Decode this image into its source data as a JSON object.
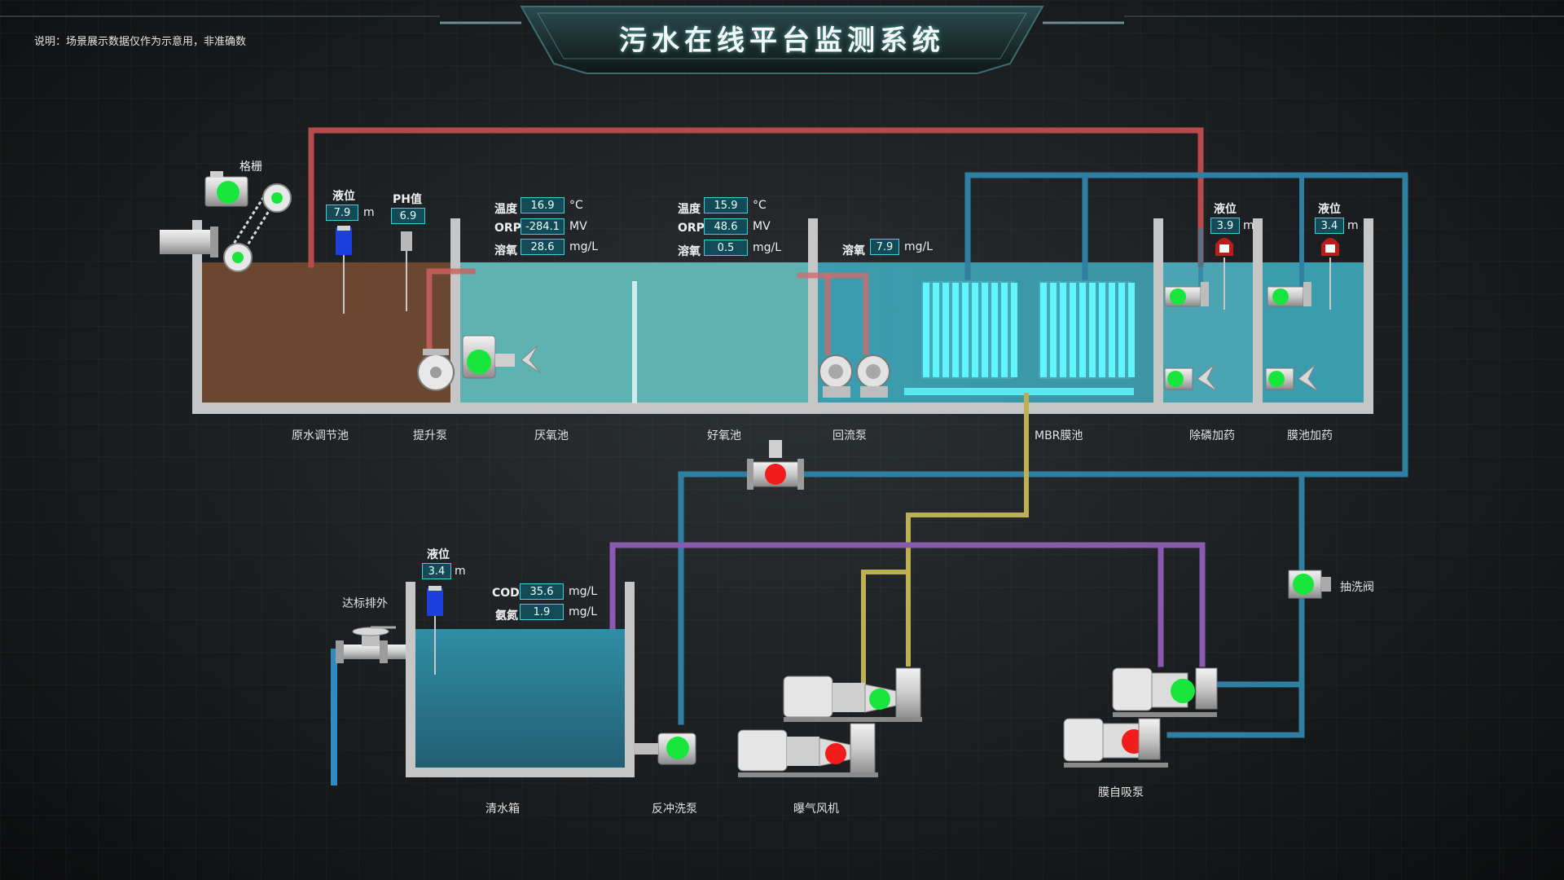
{
  "header": {
    "title": "污水在线平台监测系统",
    "note": "说明：场景展示数据仅作为示意用，非准确数"
  },
  "colors": {
    "red_pipe": "#b84a4c",
    "blue_pipe": "#2f7fa2",
    "yellow_pipe": "#bdb052",
    "purple_pipe": "#8a5ab0",
    "running": "#19e63c",
    "stopped": "#f21c1c"
  },
  "tanks": {
    "raw": "原水调节池",
    "lift_pump": "提升泵",
    "anoxic": "厌氧池",
    "aerobic": "好氧池",
    "return_pump": "回流泵",
    "mbr": "MBR膜池",
    "p_removal": "除磷加药",
    "membrane_dosing": "膜池加药",
    "clear_tank": "清水箱",
    "backwash_pump": "反冲洗泵",
    "blower": "曝气风机",
    "self_priming_pump": "膜自吸泵",
    "suction_valve": "抽洗阀",
    "discharge": "达标排外",
    "grille": "格栅"
  },
  "readings": {
    "raw_level": {
      "label": "液位",
      "value": "7.9",
      "unit": "m"
    },
    "ph": {
      "label": "PH值",
      "value": "6.9"
    },
    "anoxic": {
      "temp": {
        "label": "温度",
        "value": "16.9",
        "unit": "°C"
      },
      "orp": {
        "label": "ORP",
        "value": "-284.1",
        "unit": "MV"
      },
      "do": {
        "label": "溶氧",
        "value": "28.6",
        "unit": "mg/L"
      }
    },
    "aerobic": {
      "temp": {
        "label": "温度",
        "value": "15.9",
        "unit": "°C"
      },
      "orp": {
        "label": "ORP",
        "value": "48.6",
        "unit": "MV"
      },
      "do": {
        "label": "溶氧",
        "value": "0.5",
        "unit": "mg/L"
      }
    },
    "mbr_do": {
      "label": "溶氧",
      "value": "7.9",
      "unit": "mg/L"
    },
    "p_level": {
      "label": "液位",
      "value": "3.9",
      "unit": "m"
    },
    "m_level": {
      "label": "液位",
      "value": "3.4",
      "unit": "m"
    },
    "clear_level": {
      "label": "液位",
      "value": "3.4",
      "unit": "m"
    },
    "cod": {
      "label": "COD",
      "value": "35.6",
      "unit": "mg/L"
    },
    "nh3": {
      "label": "氨氮",
      "value": "1.9",
      "unit": "mg/L"
    }
  }
}
